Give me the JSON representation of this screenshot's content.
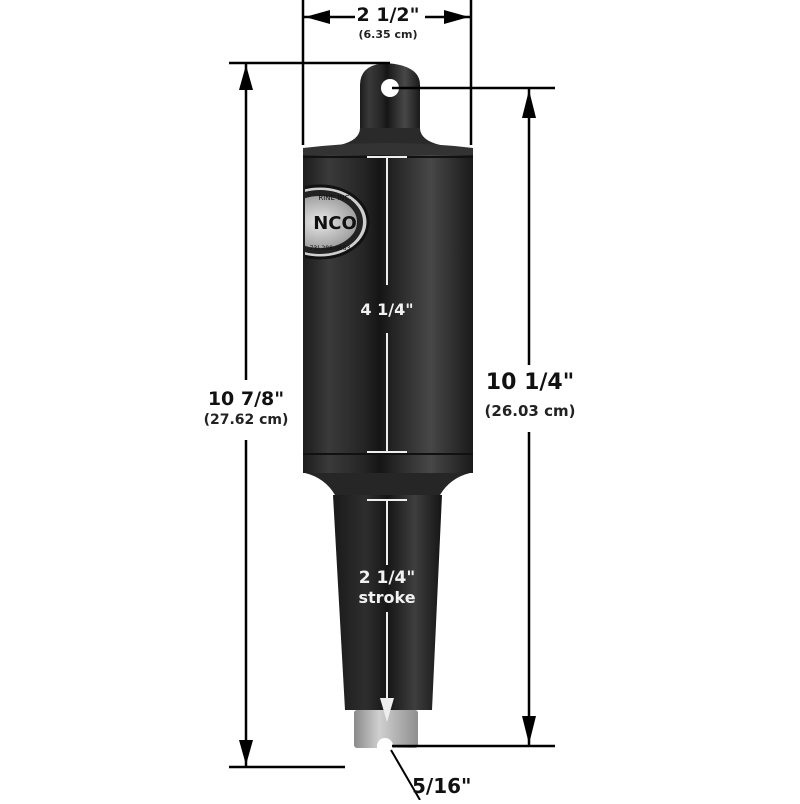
{
  "diagram": {
    "type": "dimension-drawing",
    "subject": "linear actuator",
    "colors": {
      "body": "#2a2a2a",
      "body_highlight": "#4a4a4a",
      "lines": "#000000",
      "pin": "#b5b5b5",
      "inner_text": "#f2f2f2"
    },
    "labels": {
      "width": {
        "main": "2 1/2\"",
        "metric": "(6.35 cm)"
      },
      "overall_length": {
        "main": "10 7/8\"",
        "metric": "(27.62 cm)"
      },
      "pin_to_pin": {
        "main": "10 1/4\"",
        "metric": "(26.03 cm)"
      },
      "body_length": {
        "main": "4 1/4\""
      },
      "stroke": {
        "main": "2 1/4\"",
        "sub": "stroke"
      },
      "pin_hole": {
        "main": "5/16\""
      }
    },
    "logo": {
      "text": "NCO",
      "arc_text": "RINE INC.",
      "phone_fragment": "73) 288-0683"
    }
  }
}
